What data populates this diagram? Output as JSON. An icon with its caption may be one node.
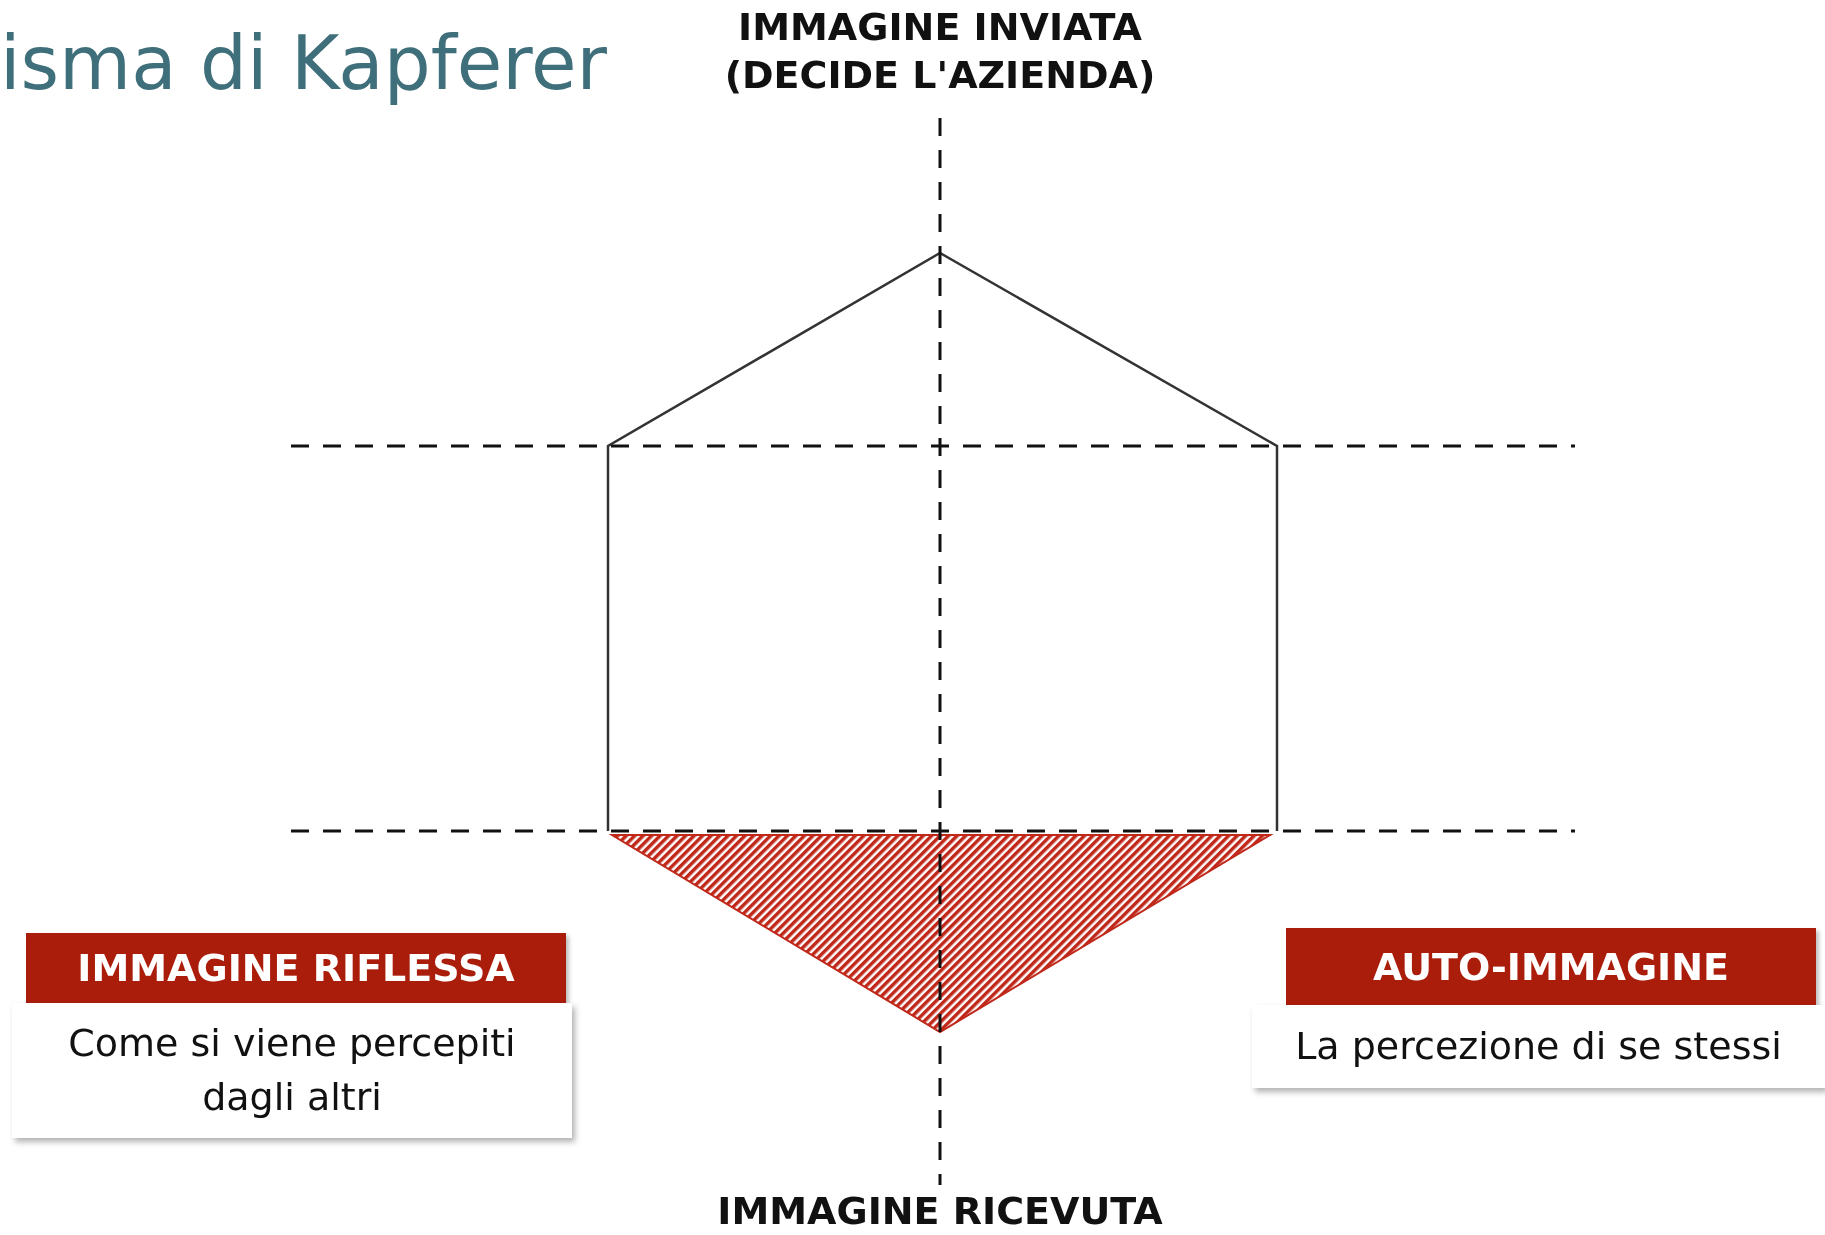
{
  "diagram": {
    "title": "isma di Kapferer",
    "nodes": [
      {
        "text": [
          "IMMAGINE RIFLESSA",
          "Come si viene percepiti dagli altri"
        ]
      },
      {
        "text": [
          "AUTO-IMMAGINE",
          "La percezione di se stessi"
        ]
      }
    ],
    "labels": [
      "IMMAGINE INVIATA (DECIDE L'AZIENDA)",
      "IMMAGINE RICEVUTA"
    ]
  }
}
